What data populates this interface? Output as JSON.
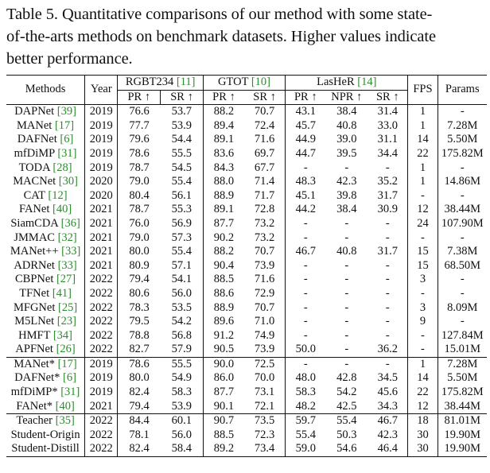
{
  "caption": {
    "line1": "Table 5. Quantitative comparisons of our method with some state-",
    "line2": "of-the-arts methods on benchmark datasets. Higher values indicate",
    "line3": "better performance."
  },
  "header": {
    "methods": "Methods",
    "year": "Year",
    "rgbt234": "RGBT234",
    "rgbt234_ref": "[11]",
    "gtot": "GTOT",
    "gtot_ref": "[10]",
    "lasher": "LasHeR",
    "lasher_ref": "[14]",
    "fps": "FPS",
    "params": "Params",
    "pr": "PR ↑",
    "sr": "SR ↑",
    "npr": "NPR ↑"
  },
  "rows": [
    {
      "m": "DAPNet",
      "r": "[39]",
      "y": "2019",
      "a": "76.6",
      "b": "53.7",
      "c": "88.2",
      "d": "70.7",
      "e": "43.1",
      "f": "38.4",
      "g": "31.4",
      "fps": "1",
      "p": "-"
    },
    {
      "m": "MANet",
      "r": "[17]",
      "y": "2019",
      "a": "77.7",
      "b": "53.9",
      "c": "89.4",
      "d": "72.4",
      "e": "45.7",
      "f": "40.8",
      "g": "33.0",
      "fps": "1",
      "p": "7.28M"
    },
    {
      "m": "DAFNet",
      "r": "[6]",
      "y": "2019",
      "a": "79.6",
      "b": "54.4",
      "c": "89.1",
      "d": "71.6",
      "e": "44.9",
      "f": "39.0",
      "g": "31.1",
      "fps": "14",
      "p": "5.50M"
    },
    {
      "m": "mfDiMP",
      "r": "[31]",
      "y": "2019",
      "a": "78.6",
      "b": "55.5",
      "c": "83.6",
      "d": "69.7",
      "e": "44.7",
      "f": "39.5",
      "g": "34.4",
      "fps": "22",
      "p": "175.82M"
    },
    {
      "m": "TODA",
      "r": "[28]",
      "y": "2019",
      "a": "78.7",
      "b": "54.5",
      "c": "84.3",
      "d": "67.7",
      "e": "-",
      "f": "-",
      "g": "-",
      "fps": "1",
      "p": "-"
    },
    {
      "m": "MACNet",
      "r": "[30]",
      "y": "2020",
      "a": "79.0",
      "b": "55.4",
      "c": "88.0",
      "d": "71.4",
      "e": "48.3",
      "f": "42.3",
      "g": "35.2",
      "fps": "1",
      "p": "14.86M"
    },
    {
      "m": "CAT",
      "r": "[12]",
      "y": "2020",
      "a": "80.4",
      "b": "56.1",
      "c": "88.9",
      "d": "71.7",
      "e": "45.1",
      "f": "39.8",
      "g": "31.7",
      "fps": "-",
      "p": "-"
    },
    {
      "m": "FANet",
      "r": "[40]",
      "y": "2021",
      "a": "78.7",
      "b": "55.3",
      "c": "89.1",
      "d": "72.8",
      "e": "44.2",
      "f": "38.4",
      "g": "30.9",
      "fps": "12",
      "p": "38.44M"
    },
    {
      "m": "SiamCDA",
      "r": "[36]",
      "y": "2021",
      "a": "76.0",
      "b": "56.9",
      "c": "87.7",
      "d": "73.2",
      "e": "-",
      "f": "-",
      "g": "-",
      "fps": "24",
      "p": "107.90M"
    },
    {
      "m": "JMMAC",
      "r": "[32]",
      "y": "2021",
      "a": "79.0",
      "b": "57.3",
      "c": "90.2",
      "d": "73.2",
      "e": "-",
      "f": "-",
      "g": "-",
      "fps": "-",
      "p": "-"
    },
    {
      "m": "MANet++",
      "r": "[33]",
      "y": "2021",
      "a": "80.0",
      "b": "55.4",
      "c": "88.2",
      "d": "70.7",
      "e": "46.7",
      "f": "40.8",
      "g": "31.7",
      "fps": "15",
      "p": "7.38M"
    },
    {
      "m": "ADRNet",
      "r": "[33]",
      "y": "2021",
      "a": "80.9",
      "b": "57.1",
      "c": "90.4",
      "d": "73.9",
      "e": "-",
      "f": "-",
      "g": "-",
      "fps": "15",
      "p": "68.50M"
    },
    {
      "m": "CBPNet",
      "r": "[27]",
      "y": "2022",
      "a": "79.4",
      "b": "54.1",
      "c": "88.5",
      "d": "71.6",
      "e": "-",
      "f": "-",
      "g": "-",
      "fps": "3",
      "p": "-"
    },
    {
      "m": "TFNet",
      "r": "[41]",
      "y": "2022",
      "a": "80.6",
      "b": "56.0",
      "c": "88.6",
      "d": "72.9",
      "e": "-",
      "f": "-",
      "g": "-",
      "fps": "-",
      "p": "-"
    },
    {
      "m": "MFGNet",
      "r": "[25]",
      "y": "2022",
      "a": "78.3",
      "b": "53.5",
      "c": "88.9",
      "d": "70.7",
      "e": "-",
      "f": "-",
      "g": "-",
      "fps": "3",
      "p": "8.09M"
    },
    {
      "m": "M5LNet",
      "r": "[23]",
      "y": "2022",
      "a": "79.5",
      "b": "54.2",
      "c": "89.6",
      "d": "71.0",
      "e": "-",
      "f": "-",
      "g": "-",
      "fps": "9",
      "p": "-"
    },
    {
      "m": "HMFT",
      "r": "[34]",
      "y": "2022",
      "a": "78.8",
      "b": "56.8",
      "c": "91.2",
      "d": "74.9",
      "e": "-",
      "f": "-",
      "g": "-",
      "fps": "-",
      "p": "127.84M"
    },
    {
      "m": "APFNet",
      "r": "[26]",
      "y": "2022",
      "a": "82.7",
      "b": "57.9",
      "c": "90.5",
      "d": "73.9",
      "e": "50.0",
      "f": "-",
      "g": "36.2",
      "fps": "-",
      "p": "15.01M"
    },
    {
      "m": "MANet*",
      "r": "[17]",
      "y": "2019",
      "a": "78.6",
      "b": "55.5",
      "c": "90.0",
      "d": "72.5",
      "e": "-",
      "f": "-",
      "g": "-",
      "fps": "1",
      "p": "7.28M"
    },
    {
      "m": "DAFNet*",
      "r": "[6]",
      "y": "2019",
      "a": "80.0",
      "b": "54.9",
      "c": "86.0",
      "d": "70.0",
      "e": "48.0",
      "f": "42.8",
      "g": "34.5",
      "fps": "14",
      "p": "5.50M"
    },
    {
      "m": "mfDiMP*",
      "r": "[31]",
      "y": "2019",
      "a": "82.4",
      "b": "58.3",
      "c": "87.7",
      "d": "73.1",
      "e": "58.3",
      "f": "54.2",
      "g": "45.6",
      "fps": "22",
      "p": "175.82M"
    },
    {
      "m": "FANet*",
      "r": "[40]",
      "y": "2021",
      "a": "79.4",
      "b": "53.9",
      "c": "90.1",
      "d": "72.1",
      "e": "48.2",
      "f": "42.5",
      "g": "34.3",
      "fps": "12",
      "p": "38.44M"
    },
    {
      "m": "Teacher",
      "r": "[35]",
      "y": "2022",
      "a": "84.4",
      "b": "60.1",
      "c": "90.7",
      "d": "73.5",
      "e": "59.7",
      "f": "55.4",
      "g": "46.7",
      "fps": "18",
      "p": "81.01M"
    },
    {
      "m": "Student-Origin",
      "r": "",
      "y": "2022",
      "a": "78.1",
      "b": "56.0",
      "c": "88.5",
      "d": "72.3",
      "e": "55.4",
      "f": "50.3",
      "g": "42.3",
      "fps": "30",
      "p": "19.90M"
    },
    {
      "m": "Student-Distill",
      "r": "",
      "y": "2022",
      "a": "82.4",
      "b": "58.4",
      "c": "89.2",
      "d": "73.4",
      "e": "59.0",
      "f": "54.6",
      "g": "46.4",
      "fps": "30",
      "p": "19.90M"
    }
  ]
}
